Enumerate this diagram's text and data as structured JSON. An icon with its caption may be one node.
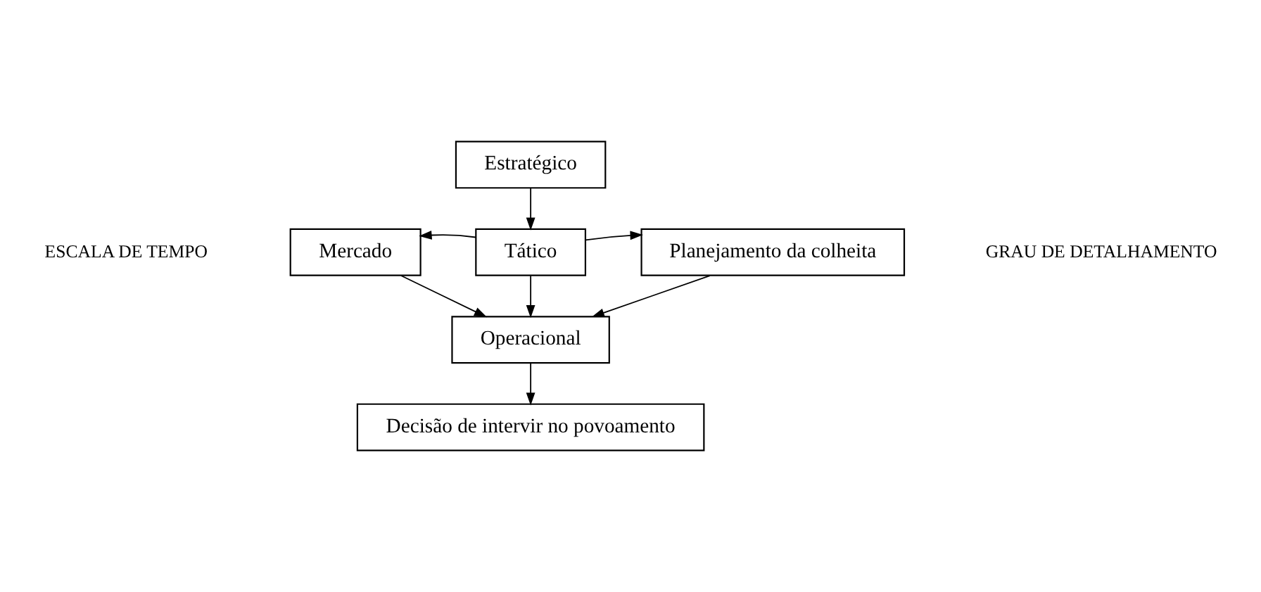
{
  "diagram": {
    "nodes": [
      {
        "text": [
          "Estratégico"
        ]
      },
      {
        "text": [
          "Mercado"
        ]
      },
      {
        "text": [
          "Tático"
        ]
      },
      {
        "text": [
          "Planejamento da colheita"
        ]
      },
      {
        "text": [
          "Operacional"
        ]
      },
      {
        "text": [
          "Decisão de intervir no povoamento"
        ]
      }
    ],
    "edges": [
      {
        "from": 0,
        "to": 2,
        "arrow": "to"
      },
      {
        "from": 2,
        "to": 1,
        "arrow": "to"
      },
      {
        "from": 2,
        "to": 3,
        "arrow": "to"
      },
      {
        "from": 2,
        "to": 4,
        "arrow": "to"
      },
      {
        "from": 1,
        "to": 4,
        "arrow": "to"
      },
      {
        "from": 3,
        "to": 4,
        "arrow": "to"
      },
      {
        "from": 4,
        "to": 5,
        "arrow": "to"
      }
    ],
    "labels": [
      "ESCALA DE TEMPO",
      "GRAU DE DETALHAMENTO"
    ]
  }
}
